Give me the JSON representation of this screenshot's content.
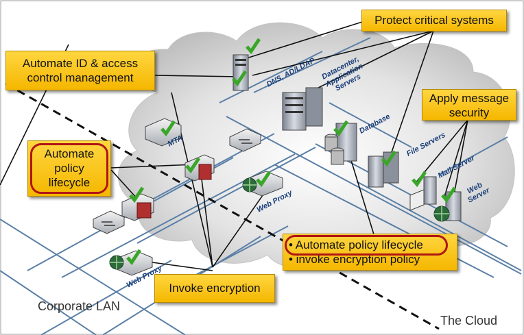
{
  "callouts": {
    "protect": "Protect critical systems",
    "automate_id_1": "Automate ID & access",
    "automate_id_2": "control management",
    "apply_msg_1": "Apply message",
    "apply_msg_2": "security",
    "policy_lifecycle_1": "Automate",
    "policy_lifecycle_2": "policy",
    "policy_lifecycle_3": "lifecycle",
    "invoke_encryption": "Invoke encryption",
    "bullet_1": "• Automate policy lifecycle",
    "bullet_2": "• invoke encryption policy"
  },
  "devices": {
    "dns": "DNS, AD/LDAP",
    "datacenter_1": "Datacenter,",
    "datacenter_2": "Application",
    "datacenter_3": "Servers",
    "database": "Database",
    "file_servers": "File Servers",
    "mail_server": "Mail Server",
    "web_server_1": "Web",
    "web_server_2": "Server",
    "mta": "MTA",
    "web_proxy_cloud": "Web Proxy",
    "web_proxy_lan": "Web Proxy"
  },
  "regions": {
    "lan": "Corporate LAN",
    "cloud": "The Cloud"
  },
  "colors": {
    "callout_fill": "#f5b700",
    "highlight_oval": "#b01515",
    "check_green": "#3aa629",
    "network_lines": "#5a7fa6"
  }
}
